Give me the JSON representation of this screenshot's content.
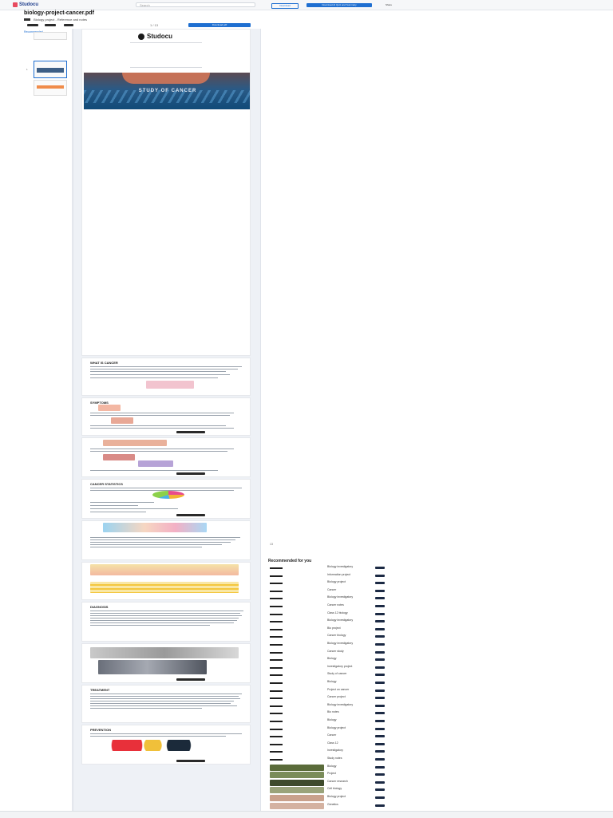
{
  "header": {
    "logo_text": "Studocu",
    "search_placeholder": "Search",
    "button_1": "Download",
    "button_2": "Download AI Quiz and Summary",
    "button_3": "Share"
  },
  "document": {
    "title": "biology-project-cancer.pdf",
    "subtitle": "Biology project - Reference and notes",
    "page_indicator": "1 / 13",
    "download_label": "Download pdf",
    "related_label": "Recommended"
  },
  "viewer": {
    "cover_text": "STUDY OF CANCER",
    "page_headers": [
      "WHAT IS CANCER",
      "SYMPTOMS",
      "",
      "CANCER STATISTICS",
      "",
      "DIAGNOSIS",
      "",
      "",
      "TREATMENT",
      "PREVENTION"
    ]
  },
  "recommendations": {
    "title": "Recommended for you",
    "page_tag": "13",
    "items": [
      "Biology investigatory",
      "Information project",
      "Biology project",
      "Cancer",
      "Biology investigatory",
      "Cancer notes",
      "Class 12 biology",
      "Biology investigatory",
      "Bio project",
      "Cancer biology",
      "Biology investigatory",
      "Cancer study",
      "Biology",
      "Investigatory project",
      "Study of cancer",
      "Biology",
      "Project on cancer",
      "Cancer project",
      "Biology investigatory",
      "Bio notes",
      "Biology",
      "Biology project",
      "Cancer",
      "Class 12",
      "Investigatory",
      "Study notes",
      "Biology",
      "Project",
      "Cancer research",
      "Cell biology",
      "Biology project",
      "Genetics"
    ]
  },
  "colors": {
    "accent": "#1f6fd1",
    "dark": "#1c2a44"
  }
}
